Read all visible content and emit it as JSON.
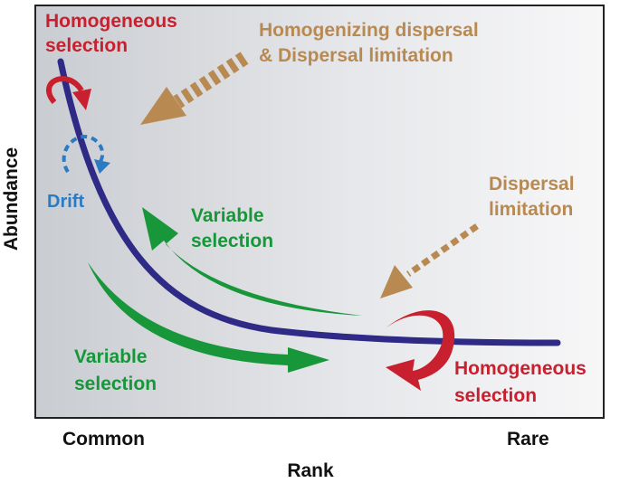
{
  "axes": {
    "y_label": "Abundance",
    "x_label": "Rank",
    "x_tick_left": "Common",
    "x_tick_right": "Rare"
  },
  "labels": {
    "homogeneous_selection_top": [
      "Homogeneous",
      "selection"
    ],
    "homogenizing_dispersal": [
      "Homogenizing dispersal",
      "& Dispersal limitation"
    ],
    "drift": "Drift",
    "variable_selection_upper": [
      "Variable",
      "selection"
    ],
    "dispersal_limitation": [
      "Dispersal",
      "limitation"
    ],
    "variable_selection_lower": [
      "Variable",
      "selection"
    ],
    "homogeneous_selection_bottom": [
      "Homogeneous",
      "selection"
    ]
  },
  "colors": {
    "curve": "#2e2a86",
    "homogeneous": "#c8202e",
    "drift": "#2a7ac4",
    "variable": "#17963a",
    "dispersal": "#b88a52",
    "frame": "#222222",
    "bg_left": "#c9ccd1",
    "bg_right": "#f7f7f8"
  }
}
